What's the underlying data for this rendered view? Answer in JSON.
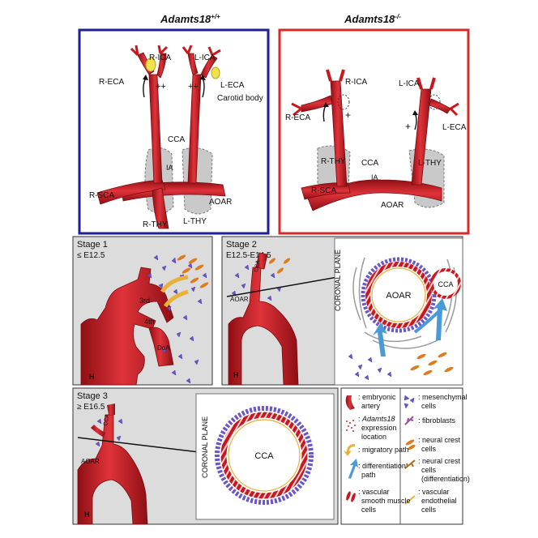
{
  "panels": {
    "wildtype": {
      "title": "Adamts18",
      "title_sup": "+/+",
      "labels": {
        "r_ica": "R-ICA",
        "l_ica": "L-ICA",
        "r_eca": "R-ECA",
        "l_eca": "L-ECA",
        "carotid_body": "Carotid body",
        "cca": "CCA",
        "ia": "IA",
        "r_sca": "R-SCA",
        "aoar": "AOAR",
        "r_thy": "R-THY",
        "l_thy": "L-THY",
        "flow_left": "++",
        "flow_right": "++"
      },
      "border_color": "#1f1f9a"
    },
    "knockout": {
      "title": "Adamts18",
      "title_sup": "-/-",
      "labels": {
        "r_ica": "R-ICA",
        "l_ica": "L-ICA",
        "r_eca": "R-ECA",
        "l_eca": "L-ECA",
        "cca": "CCA",
        "ia": "IA",
        "r_sca": "R-SCA",
        "aoar": "AOAR",
        "r_thy": "R-THY",
        "l_thy": "L-THY",
        "flow_left": "+",
        "flow_right": "+"
      },
      "border_color": "#d42a2a"
    },
    "stage1": {
      "title": "Stage 1",
      "range": "≤ E12.5",
      "labels": {
        "third": "3rd",
        "fourth": "4th",
        "doa": "DoA",
        "heart": "H"
      }
    },
    "stage2": {
      "title": "Stage 2",
      "range": "E12.5-E14.5",
      "labels": {
        "aoar_small": "AOAR",
        "cca_small": "CCA",
        "heart": "H",
        "coronal": "CORONAL PLANE",
        "aoar_big": "AOAR",
        "cca_big": "CCA"
      }
    },
    "stage3": {
      "title": "Stage 3",
      "range": "≥ E16.5",
      "labels": {
        "aoar_small": "AOAR",
        "cca_small": "CCA",
        "heart": "H",
        "coronal": "CORONAL PLANE",
        "cca_big": "CCA"
      }
    }
  },
  "legend": {
    "items": [
      {
        "text": ": embryonic artery",
        "icon": "embryonic-artery-icon"
      },
      {
        "text": ": Adamts18 expression location",
        "italic_word": "Adamts18",
        "icon": "expression-dots-icon"
      },
      {
        "text": ": migratory path",
        "icon": "migratory-arrow-icon"
      },
      {
        "text": ": differentiation path",
        "icon": "differentiation-arrow-icon"
      },
      {
        "text": ": vascular smooth muscle cells",
        "icon": "smooth-muscle-icon"
      },
      {
        "text": ": mesenchymal cells",
        "icon": "mesenchymal-icon"
      },
      {
        "text": ": fibroblasts",
        "icon": "fibroblast-icon"
      },
      {
        "text": ": neural crest cells",
        "icon": "neural-crest-icon"
      },
      {
        "text": ": neural crest cells (differentiation)",
        "icon": "neural-crest-diff-icon"
      },
      {
        "text": ": vascular endothelial cells",
        "icon": "endothelial-icon"
      }
    ]
  },
  "colors": {
    "artery": "#c8181e",
    "artery_dark": "#8e0f14",
    "thymus": "#c9c9c9",
    "panel_bg": "#dcdcdc",
    "blue_border": "#1f1f9a",
    "red_border": "#d42a2a",
    "mesenchymal": "#6a55c8",
    "neural_crest": "#e07a1e",
    "migratory": "#e8b23a",
    "differentiation": "#4a9ad8"
  }
}
